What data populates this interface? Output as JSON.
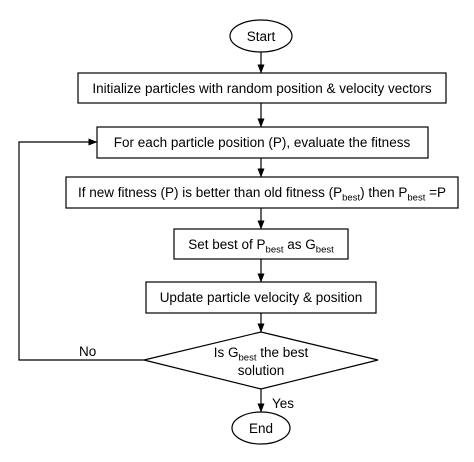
{
  "nodes": {
    "start": "Start",
    "init": "Initialize particles with random position & velocity vectors",
    "evaluate": "For each particle position (P), evaluate the fitness",
    "compare": {
      "a": "If new fitness (P) is better than old fitness (P",
      "sub1": "best",
      "b": ") then P",
      "sub2": "best",
      "c": " =P"
    },
    "set_best": {
      "a": "Set best of P",
      "sub1": "best",
      "b": " as G",
      "sub2": "best"
    },
    "update": "Update particle velocity & position",
    "decision": {
      "line1_a": "Is G",
      "line1_sub": "best",
      "line1_b": " the best",
      "line2": "solution"
    },
    "end": "End"
  },
  "edges": {
    "no_label": "No",
    "yes_label": "Yes"
  }
}
